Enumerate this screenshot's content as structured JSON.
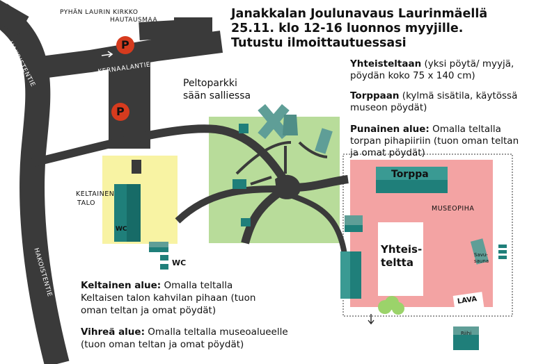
{
  "title_lines": [
    "Janakkalan Joulunavaus Laurinmäellä",
    "25.11. klo 12-16 luonnos myyjille.",
    "Tutustu ilmoittautuessasi"
  ],
  "info": {
    "yhteisteltta_bold": "Yhteisteltaan",
    "yhteisteltta_text": " (yksi pöytä/ myyjä, pöydän koko 75 x 140 cm)",
    "torppa_bold": "Torppaan",
    "torppa_text": " (kylmä sisätila, käytössä museon pöydät)",
    "punainen_bold": "Punainen alue:",
    "punainen_text": " Omalla teltalla torpan pihapiiriin (tuon oman teltan ja omat pöydät)",
    "keltainen_bold": "Keltainen alue:",
    "keltainen_text": " Omalla teltalla Keltaisen talon kahvilan pihaan (tuon oman teltan ja omat pöydät)",
    "vihrea_bold": "Vihreä alue:",
    "vihrea_text": " Omalla teltalla museoalueelle (tuon oman teltan ja omat pöydät)"
  },
  "labels": {
    "church": "PYHÄN LAURIN KIRKKO",
    "cemetery": "HAUTAUSMAA",
    "road_left": "HAKOISTENTIE",
    "road_bottom": "HAKOISTENTIE",
    "road_mid": "KERNAALANTIE",
    "parking_letter": "P",
    "peltoparkki": "Peltoparkki",
    "saan_salliessa": "sään salliessa",
    "keltainen_talo_1": "KELTAINEN",
    "keltainen_talo_2": "TALO",
    "wc": "WC",
    "torppa": "Torppa",
    "museopiha": "MUSEOPIHA",
    "yhteisteltta_1": "Yhteis-",
    "yhteisteltta_2": "teltta",
    "savusauna_1": "Savu-",
    "savusauna_2": "sauna",
    "lava": "LAVA",
    "riihi": "Riihi"
  },
  "colors": {
    "road": "#3a3a3a",
    "yellow_area": "#f8f3a3",
    "green_area": "#b8dc9a",
    "red_area": "#f3a3a3",
    "teal": "#1f7f7a",
    "teal_light": "#5fa79b",
    "parking": "#d63b1e",
    "bush": "#9bd36a"
  },
  "icons": [
    "parking-icon",
    "windmill-icon",
    "arrow-right-icon",
    "arrow-down-icon"
  ]
}
